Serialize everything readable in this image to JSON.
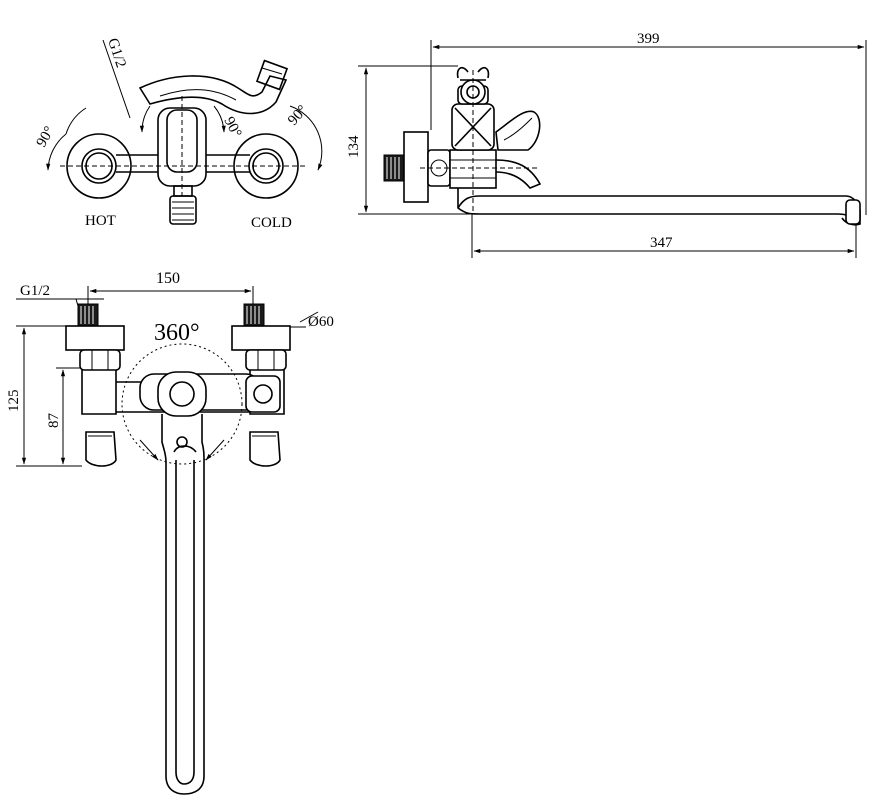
{
  "labels": {
    "thread_top": "G1/2",
    "thread_front": "G1/2",
    "hot": "HOT",
    "cold": "COLD",
    "angle_left": "90°",
    "angle_center": "90°",
    "angle_right": "90°",
    "rotation": "360°",
    "diameter": "Ø60"
  },
  "dimensions": {
    "side_total_length": "399",
    "side_height": "134",
    "spout_length": "347",
    "centers_distance": "150",
    "front_height_total": "125",
    "front_height_inner": "87"
  }
}
